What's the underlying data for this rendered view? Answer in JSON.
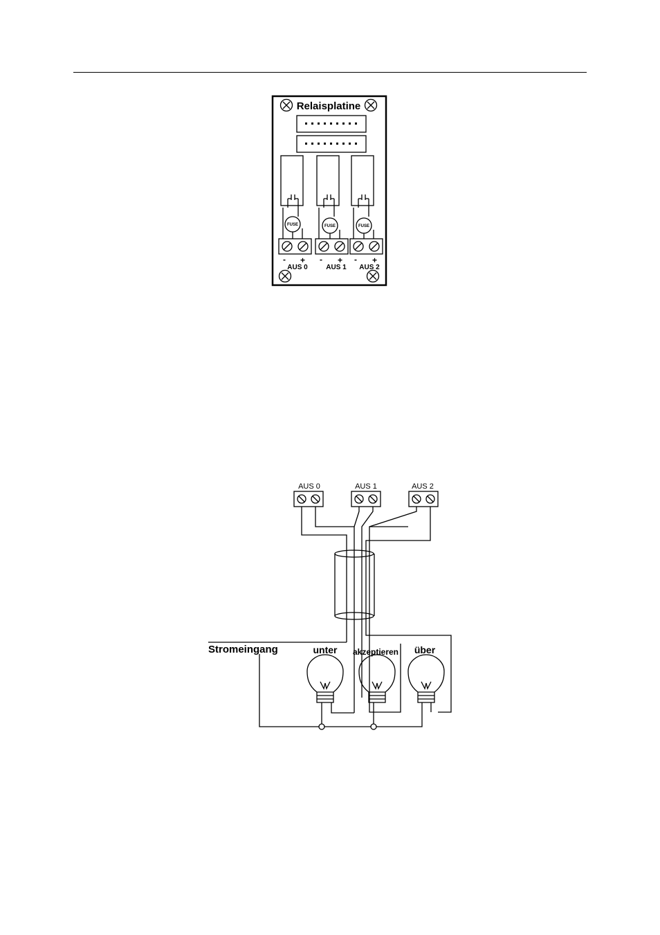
{
  "board": {
    "title": "Relaisplatine",
    "fuse_label": "FUSE",
    "minus_sign": "-",
    "plus_sign": "+",
    "outputs": [
      "AUS 0",
      "AUS 1",
      "AUS 2"
    ]
  },
  "wiring": {
    "outputs": [
      "AUS 0",
      "AUS 1",
      "AUS 2"
    ],
    "power_input": "Stromeingang",
    "lamps": [
      "unter",
      "akzeptieren",
      "über"
    ]
  }
}
